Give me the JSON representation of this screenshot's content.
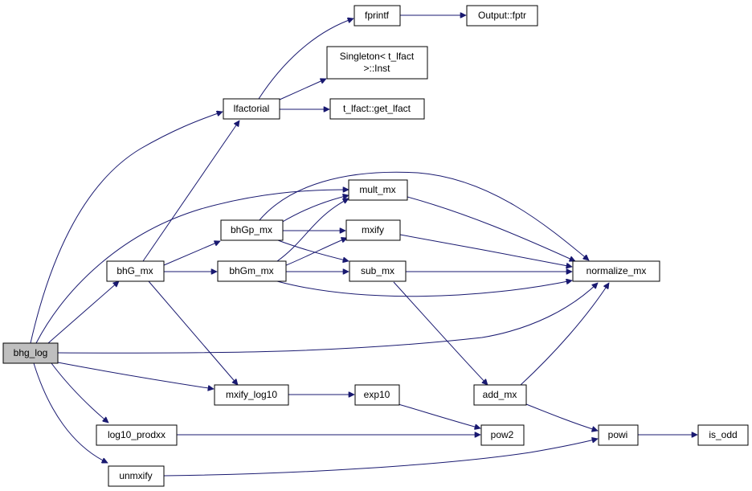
{
  "diagram": {
    "nodes": {
      "bhg_log": {
        "label": "bhg_log"
      },
      "lfactorial": {
        "label": "lfactorial"
      },
      "bhG_mx": {
        "label": "bhG_mx"
      },
      "mult_mx": {
        "label": "mult_mx"
      },
      "normalize_mx": {
        "label": "normalize_mx"
      },
      "mxify_log10": {
        "label": "mxify_log10"
      },
      "log10_prodxx": {
        "label": "log10_prodxx"
      },
      "unmxify": {
        "label": "unmxify"
      },
      "fprintf": {
        "label": "fprintf"
      },
      "singleton": {
        "label_line1": "Singleton< t_lfact",
        "label_line2": ">::Inst"
      },
      "get_lfact": {
        "label": "t_lfact::get_lfact"
      },
      "output_fptr": {
        "label": "Output::fptr"
      },
      "bhGm_mx": {
        "label": "bhGm_mx"
      },
      "bhGp_mx": {
        "label": "bhGp_mx"
      },
      "sub_mx": {
        "label": "sub_mx"
      },
      "mxify": {
        "label": "mxify"
      },
      "add_mx": {
        "label": "add_mx"
      },
      "powi": {
        "label": "powi"
      },
      "is_odd": {
        "label": "is_odd"
      },
      "exp10": {
        "label": "exp10"
      },
      "pow2": {
        "label": "pow2"
      }
    },
    "edges": [
      {
        "from": "bhg_log",
        "to": "lfactorial"
      },
      {
        "from": "bhg_log",
        "to": "bhG_mx"
      },
      {
        "from": "bhg_log",
        "to": "mult_mx"
      },
      {
        "from": "bhg_log",
        "to": "normalize_mx"
      },
      {
        "from": "bhg_log",
        "to": "mxify_log10"
      },
      {
        "from": "bhg_log",
        "to": "log10_prodxx"
      },
      {
        "from": "bhg_log",
        "to": "unmxify"
      },
      {
        "from": "lfactorial",
        "to": "fprintf"
      },
      {
        "from": "lfactorial",
        "to": "singleton"
      },
      {
        "from": "lfactorial",
        "to": "get_lfact"
      },
      {
        "from": "fprintf",
        "to": "output_fptr"
      },
      {
        "from": "bhG_mx",
        "to": "lfactorial"
      },
      {
        "from": "bhG_mx",
        "to": "bhGp_mx"
      },
      {
        "from": "bhG_mx",
        "to": "bhGm_mx"
      },
      {
        "from": "bhG_mx",
        "to": "mxify_log10"
      },
      {
        "from": "bhGp_mx",
        "to": "mult_mx"
      },
      {
        "from": "bhGp_mx",
        "to": "mxify"
      },
      {
        "from": "bhGp_mx",
        "to": "sub_mx"
      },
      {
        "from": "bhGm_mx",
        "to": "mult_mx"
      },
      {
        "from": "bhGm_mx",
        "to": "mxify"
      },
      {
        "from": "bhGm_mx",
        "to": "sub_mx"
      },
      {
        "from": "bhGm_mx",
        "to": "normalize_mx"
      },
      {
        "from": "mult_mx",
        "to": "normalize_mx"
      },
      {
        "from": "mxify",
        "to": "normalize_mx"
      },
      {
        "from": "sub_mx",
        "to": "normalize_mx"
      },
      {
        "from": "sub_mx",
        "to": "add_mx"
      },
      {
        "from": "add_mx",
        "to": "normalize_mx"
      },
      {
        "from": "add_mx",
        "to": "powi"
      },
      {
        "from": "powi",
        "to": "is_odd"
      },
      {
        "from": "mxify_log10",
        "to": "exp10"
      },
      {
        "from": "exp10",
        "to": "pow2"
      },
      {
        "from": "log10_prodxx",
        "to": "pow2"
      },
      {
        "from": "unmxify",
        "to": "powi"
      }
    ],
    "colors": {
      "edge": "#191970",
      "root_fill": "#bfbfbf",
      "node_fill": "#ffffff",
      "node_border": "#000000"
    }
  }
}
